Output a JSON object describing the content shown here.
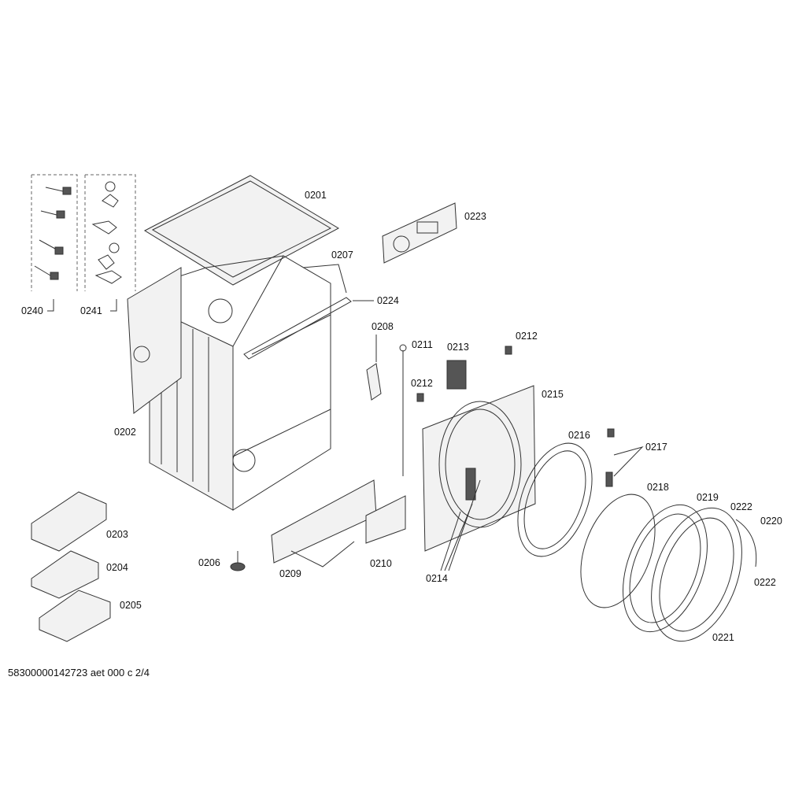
{
  "title": "Washing machine exploded parts diagram",
  "labels": [
    "0201",
    "0223",
    "0207",
    "0224",
    "0240",
    "0241",
    "0208",
    "0211",
    "0213",
    "0212",
    "0212",
    "0215",
    "0202",
    "0216",
    "0217",
    "0218",
    "0219",
    "0222",
    "0220",
    "0222",
    "0203",
    "0204",
    "0205",
    "0206",
    "0209",
    "0210",
    "0214",
    "0221"
  ],
  "footer": "58300000142723 aet 000 c 2/4"
}
